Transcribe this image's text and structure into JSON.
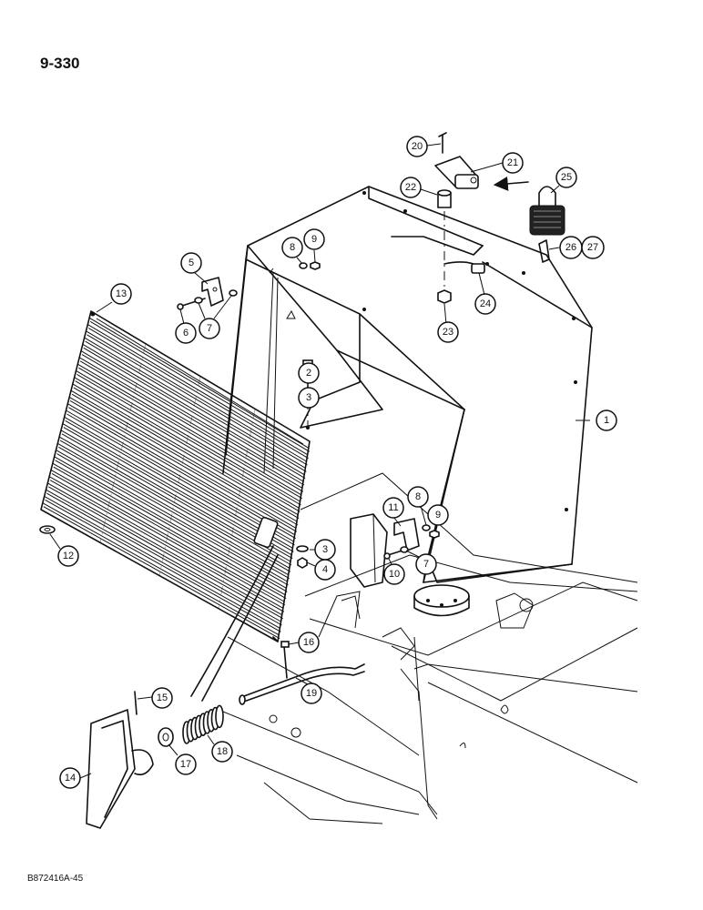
{
  "page_number": "9-330",
  "drawing_ref": "B872416A-45",
  "callouts": [
    {
      "label": "1"
    },
    {
      "label": "2"
    },
    {
      "label": "3"
    },
    {
      "label": "4"
    },
    {
      "label": "5"
    },
    {
      "label": "6"
    },
    {
      "label": "7"
    },
    {
      "label": "8"
    },
    {
      "label": "9"
    },
    {
      "label": "13"
    },
    {
      "label": "12"
    },
    {
      "label": "3"
    },
    {
      "label": "4"
    },
    {
      "label": "11"
    },
    {
      "label": "8"
    },
    {
      "label": "9"
    },
    {
      "label": "7"
    },
    {
      "label": "10"
    },
    {
      "label": "20"
    },
    {
      "label": "21"
    },
    {
      "label": "22"
    },
    {
      "label": "25"
    },
    {
      "label": "26"
    },
    {
      "label": "27"
    },
    {
      "label": "24"
    },
    {
      "label": "23"
    },
    {
      "label": "16"
    },
    {
      "label": "19"
    },
    {
      "label": "15"
    },
    {
      "label": "14"
    },
    {
      "label": "17"
    },
    {
      "label": "18"
    }
  ]
}
